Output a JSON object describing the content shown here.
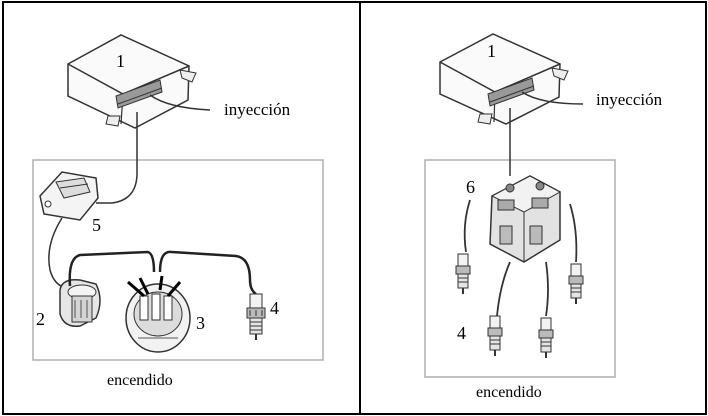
{
  "panels": [
    {
      "ecu_number": "1",
      "injection_label": "inyección",
      "coil_number": "2",
      "distributor_number": "3",
      "spark_plug_number": "4",
      "module_number": "5",
      "caption": "encendido"
    },
    {
      "ecu_number": "1",
      "injection_label": "inyección",
      "coil_pack_number": "6",
      "spark_plug_number": "4",
      "caption": "encendido"
    }
  ],
  "colors": {
    "frame": "#000000",
    "box_border": "#b0b0b0",
    "line": "#333333",
    "shade": "#cfcfcf"
  }
}
